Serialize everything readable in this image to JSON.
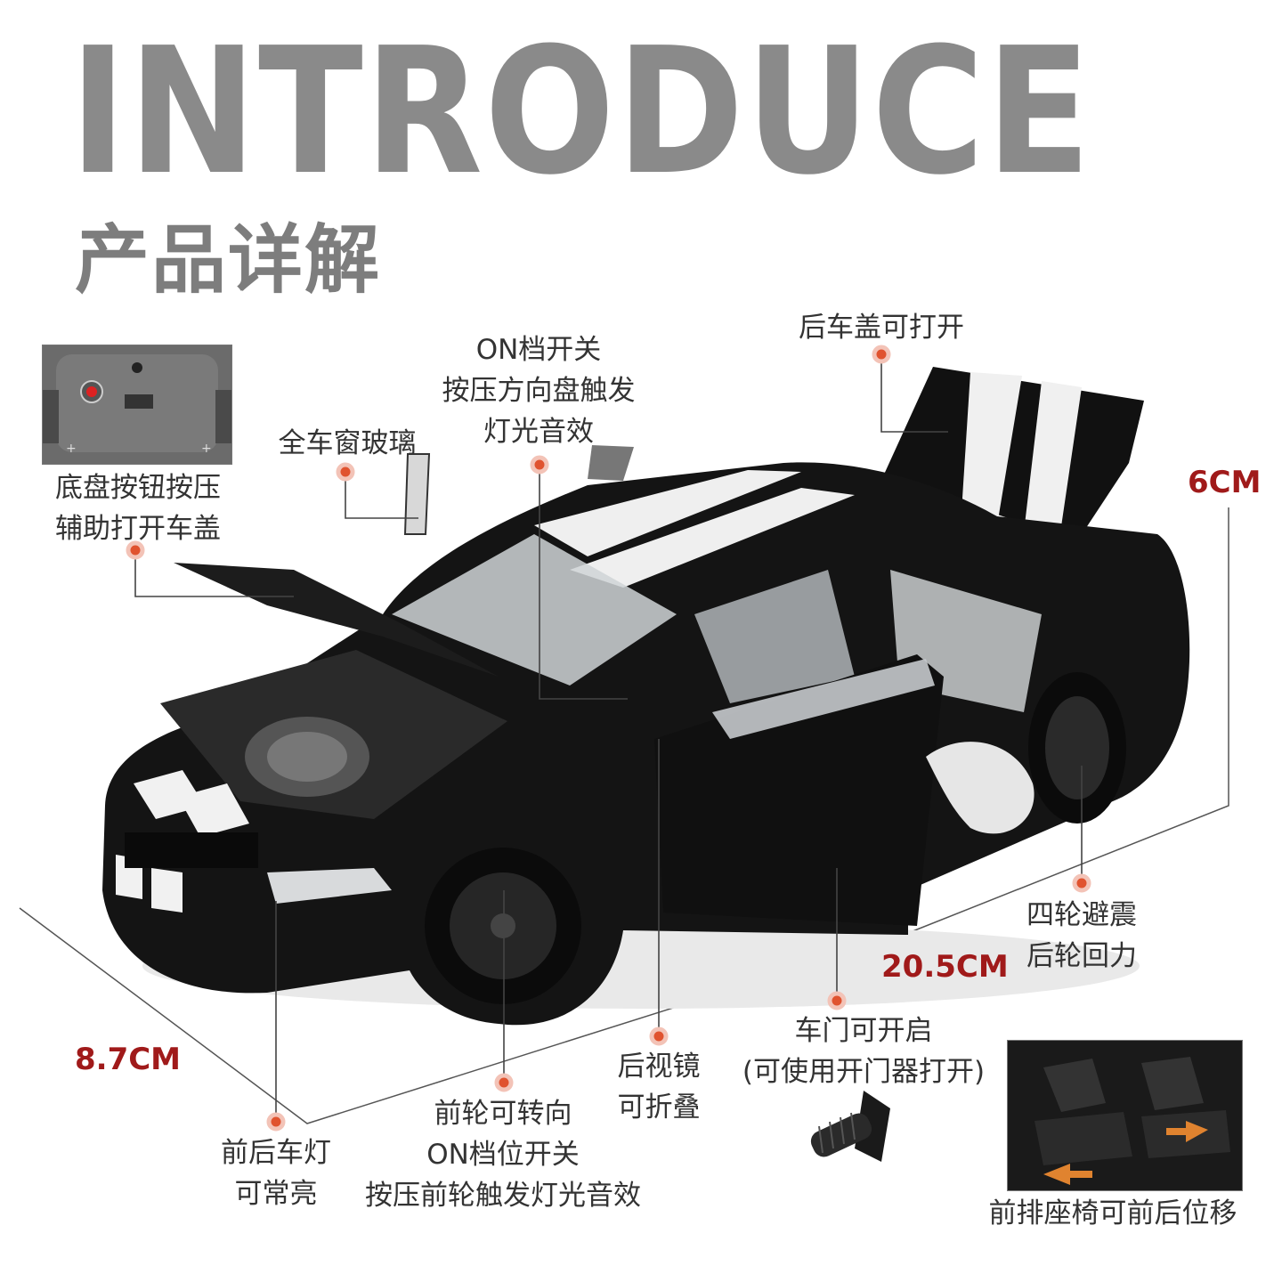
{
  "header": {
    "title": "INTRODUCE",
    "subtitle": "产品详解"
  },
  "features": {
    "chassis_button": [
      "底盘按钮按压",
      "辅助打开车盖"
    ],
    "windows": [
      "全车窗玻璃"
    ],
    "steering": [
      "ON档开关",
      "按压方向盘触发",
      "灯光音效"
    ],
    "trunk": [
      "后车盖可打开"
    ],
    "suspension": [
      "四轮避震",
      "后轮回力"
    ],
    "doors": [
      "车门可开启",
      "(可使用开门器打开)"
    ],
    "mirrors": [
      "后视镜",
      "可折叠"
    ],
    "front_wheels": [
      "前轮可转向",
      "ON档位开关",
      "按压前轮触发灯光音效"
    ],
    "lights": [
      "前后车灯",
      "可常亮"
    ],
    "seats": [
      "前排座椅可前后位移"
    ]
  },
  "dimensions": {
    "height": "6CM",
    "length": "20.5CM",
    "width": "8.7CM"
  },
  "colors": {
    "title": "#8a8a8a",
    "dimension": "#a01a1a",
    "marker": "#e0532f",
    "car_body": "#121212",
    "stripe": "#f2f2f2"
  }
}
